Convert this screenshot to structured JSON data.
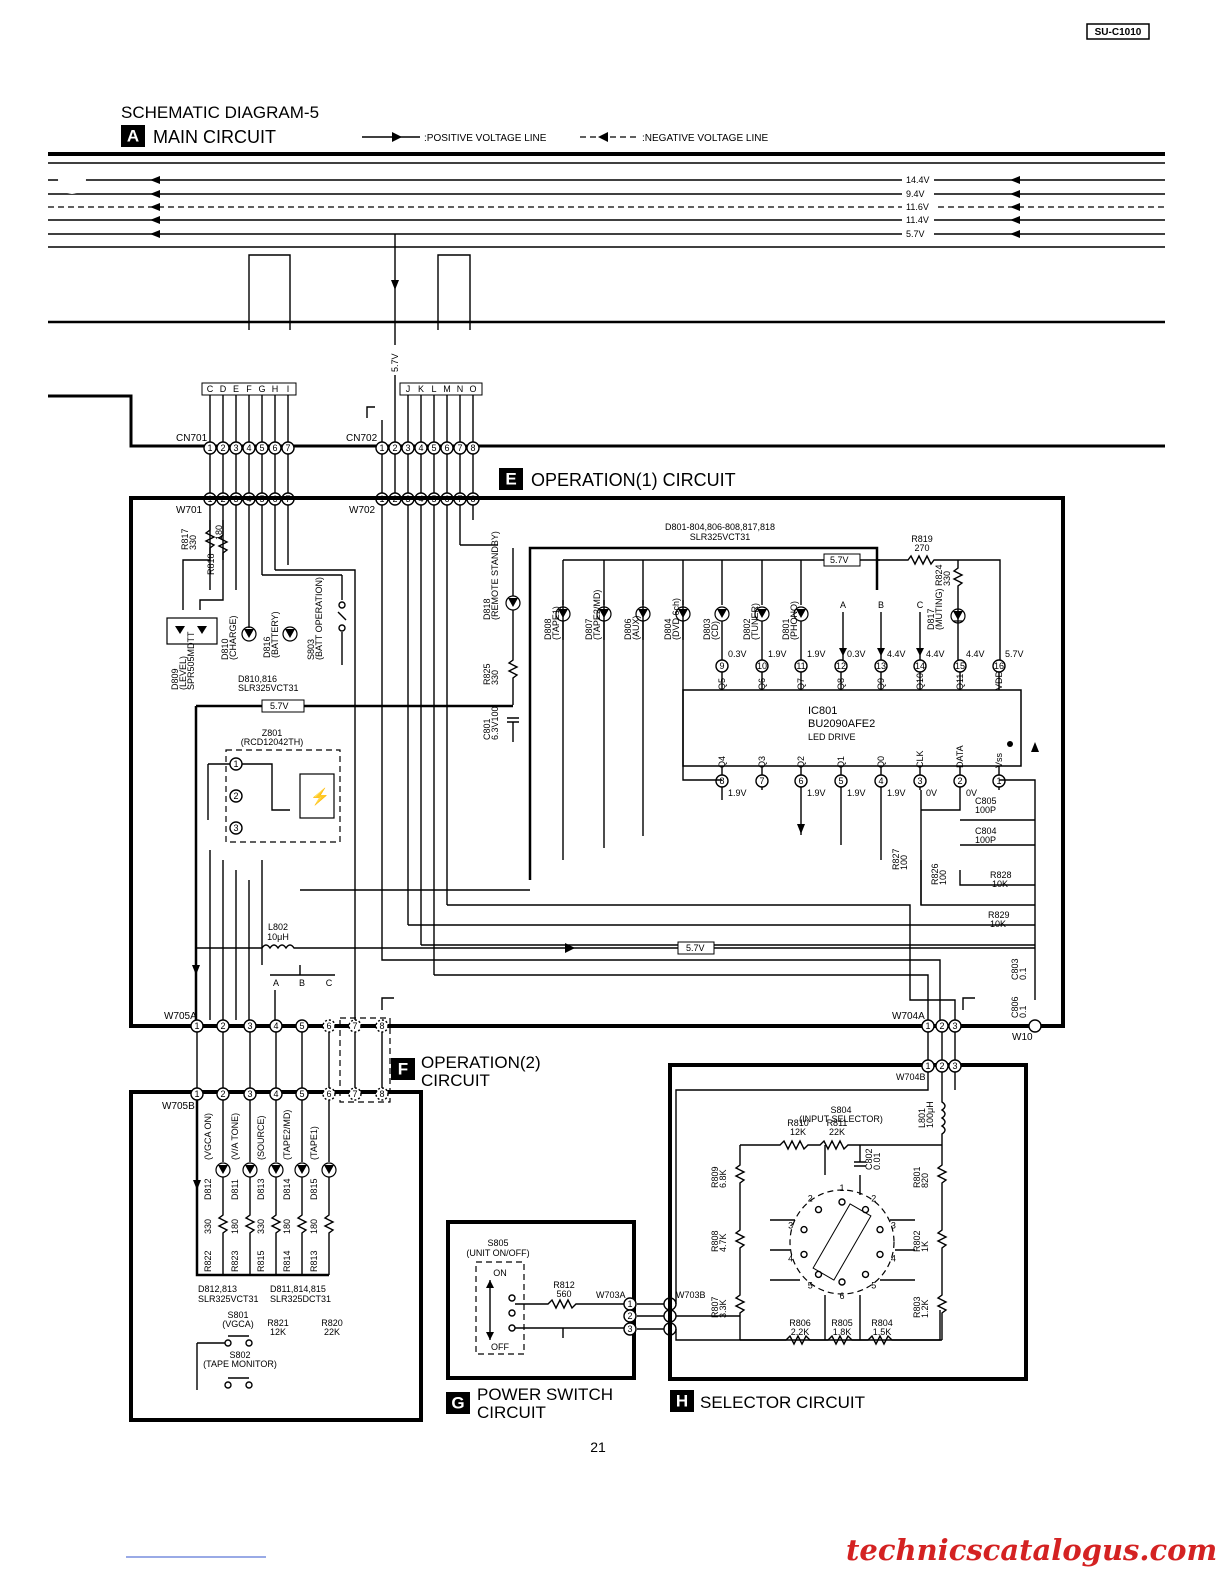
{
  "model_code": "SU-C1010",
  "diagram_title": "SCHEMATIC DIAGRAM-5",
  "legend": {
    "positive": ":POSITIVE VOLTAGE LINE",
    "negative": ":NEGATIVE VOLTAGE LINE"
  },
  "sections": {
    "A": {
      "letter": "A",
      "name": "MAIN CIRCUIT"
    },
    "E": {
      "letter": "E",
      "name": "OPERATION(1) CIRCUIT"
    },
    "F": {
      "letter": "F",
      "name_line1": "OPERATION(2)",
      "name_line2": "CIRCUIT"
    },
    "G": {
      "letter": "G",
      "name_line1": "POWER SWITCH",
      "name_line2": "CIRCUIT"
    },
    "H": {
      "letter": "H",
      "name": "SELECTOR CIRCUIT"
    }
  },
  "rails": [
    "14.4V",
    "9.4V",
    "11.6V",
    "11.4V",
    "5.7V"
  ],
  "connectors": {
    "cn701": "CN701",
    "cn702": "CN702",
    "w701": "W701",
    "w702": "W702",
    "w705a": "W705A",
    "w705b": "W705B",
    "w704a": "W704A",
    "w704b": "W704B",
    "w703a": "W703A",
    "w703b": "W703B",
    "w10": "W10",
    "cn701_letters": [
      "C",
      "D",
      "E",
      "F",
      "G",
      "H",
      "I"
    ],
    "cn702_letters": [
      "J",
      "K",
      "L",
      "M",
      "N",
      "O"
    ],
    "pins8": [
      "1",
      "2",
      "3",
      "4",
      "5",
      "6",
      "7",
      "8"
    ],
    "pins7": [
      "1",
      "2",
      "3",
      "4",
      "5",
      "6",
      "7"
    ],
    "pins3": [
      "1",
      "2",
      "3"
    ]
  },
  "vertical_5v7": "5.7V",
  "ic801": {
    "ref": "IC801",
    "part": "BU2090AFE2",
    "desc": "LED DRIVE",
    "top_pins": [
      "9",
      "10",
      "11",
      "12",
      "13",
      "14",
      "15",
      "16"
    ],
    "top_names": [
      "Q5",
      "Q6",
      "Q7",
      "Q8",
      "Q9",
      "Q10",
      "Q11",
      "VDD"
    ],
    "top_volts": [
      "0.3V",
      "1.9V",
      "1.9V",
      "0.3V",
      "4.4V",
      "4.4V",
      "4.4V",
      "5.7V"
    ],
    "bot_pins": [
      "8",
      "7",
      "6",
      "5",
      "4",
      "3",
      "2",
      "1"
    ],
    "bot_names": [
      "Q4",
      "Q3",
      "Q2",
      "Q1",
      "Q0",
      "CLK",
      "DATA",
      "Vss"
    ],
    "bot_volts": [
      "1.9V",
      "",
      "1.9V",
      "1.9V",
      "1.9V",
      "0V",
      "0V",
      ""
    ]
  },
  "led_group": {
    "refs": "D801-804,806-808,817,818",
    "part": "SLR325VCT31"
  },
  "leds_top": [
    {
      "ref": "D808",
      "fn": "(TAPE1)"
    },
    {
      "ref": "D807",
      "fn": "(TAPE2/MD)"
    },
    {
      "ref": "D806",
      "fn": "(AUX)"
    },
    {
      "ref": "D804",
      "fn": "(DVD 6ch)"
    },
    {
      "ref": "D803",
      "fn": "(CD)"
    },
    {
      "ref": "D802",
      "fn": "(TUNER)"
    },
    {
      "ref": "D801",
      "fn": "(PHONO)"
    }
  ],
  "abc": [
    "A",
    "B",
    "C"
  ],
  "components_e": {
    "r819": "R819",
    "r819v": "270",
    "r824": "R824",
    "r824v": "330",
    "d817": "D817",
    "d817f": "(MUTING)",
    "d818": "D818",
    "d818f": "(REMOTE STANDBY)",
    "r825": "R825",
    "r825v": "330",
    "c801": "C801",
    "c801v": "6.3V100",
    "r817": "R817",
    "r817v": "330",
    "r818": "R818",
    "r818v": "180",
    "d809": "D809",
    "d809f": "(LEVEL)",
    "d809p": "SPR505MDTT",
    "d810": "D810",
    "d810f": "(CHARGE)",
    "d816": "D816",
    "d816f": "(BATTERY)",
    "s803": "S803",
    "s803f": "(BATT OPERATION)",
    "d810_816": "D810,816",
    "d810_816p": "SLR325VCT31",
    "z801": "Z801",
    "z801p": "(RCD12042TH)",
    "l802": "L802",
    "l802v": "10μH",
    "c805": "C805",
    "c805v": "100P",
    "c804": "C804",
    "c804v": "100P",
    "r827": "R827",
    "r827v": "100",
    "r826": "R826",
    "r826v": "100",
    "r828": "R828",
    "r828v": "10K",
    "r829": "R829",
    "r829v": "10K",
    "c803": "C803",
    "c803v": "0.1",
    "c806": "C806",
    "c806v": "0.1"
  },
  "leds_f": [
    {
      "ref": "D812",
      "fn": "(VGCA ON)",
      "r": "R822",
      "rv": "330"
    },
    {
      "ref": "D811",
      "fn": "(V/A TONE)",
      "r": "R823",
      "rv": "180"
    },
    {
      "ref": "D813",
      "fn": "(SOURCE)",
      "r": "R815",
      "rv": "330"
    },
    {
      "ref": "D814",
      "fn": "(TAPE2/MD)",
      "r": "R814",
      "rv": "180"
    },
    {
      "ref": "D815",
      "fn": "(TAPE1)",
      "r": "R813",
      "rv": "180"
    }
  ],
  "components_f": {
    "grp1": "D812,813",
    "grp1p": "SLR325VCT31",
    "grp2": "D811,814,815",
    "grp2p": "SLR325DCT31",
    "s801": "S801",
    "s801f": "(VGCA)",
    "r821": "R821",
    "r821v": "12K",
    "r820": "R820",
    "r820v": "22K",
    "s802": "S802",
    "s802f": "(TAPE MONITOR)"
  },
  "components_g": {
    "s805": "S805",
    "s805f": "(UNIT ON/OFF)",
    "on": "ON",
    "off": "OFF",
    "r812": "R812",
    "r812v": "560"
  },
  "components_h": {
    "s804": "S804",
    "s804f": "(INPUT SELECTOR)",
    "r810": "R810",
    "r810v": "12K",
    "r811": "R811",
    "r811v": "22K",
    "c802": "C802",
    "c802v": "0.01",
    "l801": "L801",
    "l801v": "100μH",
    "r809": "R809",
    "r809v": "6.8K",
    "r808": "R808",
    "r808v": "4.7K",
    "r807": "R807",
    "r807v": "3.3K",
    "r801": "R801",
    "r801v": "820",
    "r802": "R802",
    "r802v": "1K",
    "r803": "R803",
    "r803v": "1.2K",
    "r806": "R806",
    "r806v": "2.2K",
    "r805": "R805",
    "r805v": "1.8K",
    "r804": "R804",
    "r804v": "1.5K",
    "sw_nums": [
      "1",
      "2",
      "3",
      "4",
      "5",
      "6",
      "5",
      "4",
      "3",
      "2"
    ]
  },
  "page_number": "21",
  "watermark": "technicscatalogus.com"
}
